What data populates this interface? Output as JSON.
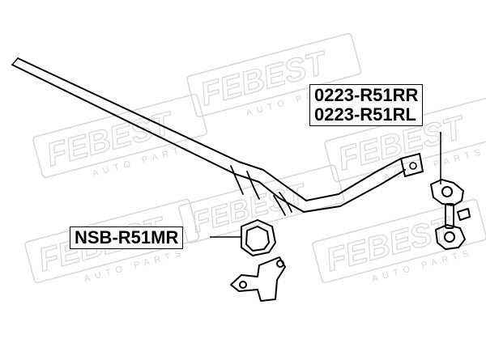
{
  "watermark": {
    "brand": "FEBEST",
    "subtitle": "AUTO PARTS"
  },
  "labels": {
    "link_part_1": "0223-R51RR",
    "link_part_2": "0223-R51RL",
    "bushing_part": "NSB-R51MR"
  },
  "colors": {
    "line": "#000000",
    "watermark": "#d7d7d7",
    "background": "#ffffff"
  }
}
